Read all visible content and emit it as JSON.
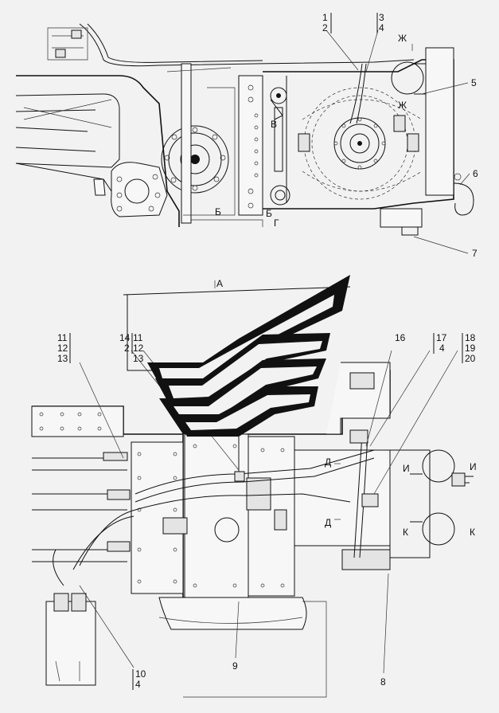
{
  "top_view": {
    "callouts": {
      "c1": "1",
      "c2": "2",
      "c3": "3",
      "c4": "4",
      "c5": "5",
      "c6": "6",
      "c7": "7"
    },
    "section_letters": {
      "zh1": "Ж",
      "zh2": "Ж",
      "v": "В",
      "b": "Б",
      "b2": "Б",
      "g": "Г"
    }
  },
  "bottom_view": {
    "view_letter": "А",
    "callouts": {
      "c11a": "11",
      "c12a": "12",
      "c13a": "13",
      "c14": "14",
      "c2b": "2",
      "c11b": "11",
      "c12b": "12",
      "c13b": "13",
      "c16": "16",
      "c17": "17",
      "c4b": "4",
      "c18": "18",
      "c19": "19",
      "c20": "20",
      "c10": "10",
      "c4c": "4",
      "c9": "9",
      "c8": "8"
    },
    "section_letters": {
      "d1": "Д",
      "d2": "Д",
      "i1": "И",
      "i2": "И",
      "k1": "К",
      "k2": "К"
    }
  },
  "logo_color": "#111111"
}
